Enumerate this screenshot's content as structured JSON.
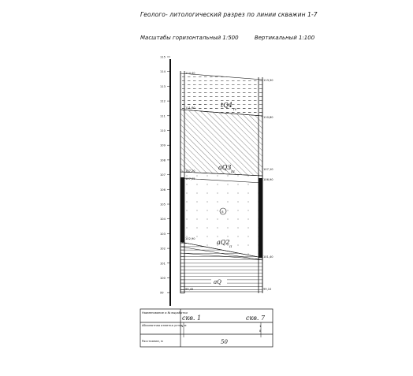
{
  "title": "Геолого- литологический разрез по линии скважин 1-7",
  "scales": {
    "horizontal": "Масштабы горизонтальный 1:500",
    "vertical": "Вертикальный 1:100"
  },
  "axis_ticks": [
    "115",
    "114",
    "113",
    "112",
    "111",
    "110",
    "109",
    "108",
    "107",
    "106",
    "105",
    "104",
    "103",
    "102",
    "101",
    "100",
    "99"
  ],
  "wells": [
    {
      "name": "скв. 1",
      "abs_mark": "1",
      "depth": "",
      "elevations": [
        "114,40",
        "111,80",
        "107,20",
        "107,05",
        "102,90",
        "99,45"
      ]
    },
    {
      "name": "скв. 7",
      "abs_mark": "1",
      "depth": "8",
      "elevations": [
        "113,30",
        "110,80",
        "107,10",
        "106,90",
        "101,40",
        "99,10"
      ]
    }
  ],
  "layers": [
    {
      "label": "tQ4",
      "sub": "IV"
    },
    {
      "label": "aQ3",
      "sub": "III"
    },
    {
      "label": "aQ2",
      "sub": "II"
    },
    {
      "label": "aQ",
      "sub": ""
    }
  ],
  "circle_symbol": "8",
  "table": {
    "rows": [
      "Наименование и № выработки",
      "Абсолютная отметка устья, м",
      "Расстояние, м"
    ],
    "distance": "50"
  }
}
